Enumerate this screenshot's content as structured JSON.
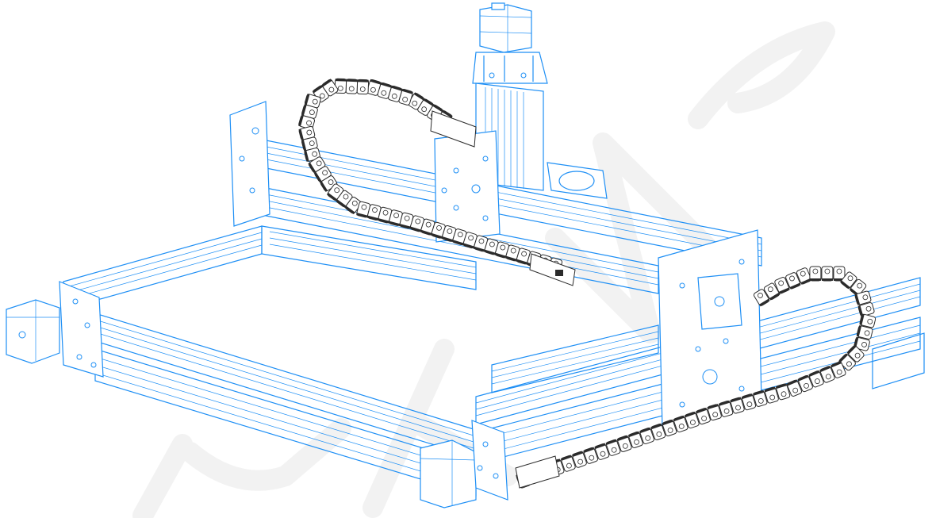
{
  "figure": {
    "description_hidden": "",
    "colors": {
      "frame": "#1e8ff5",
      "chain": "#2b2b2b",
      "background": "#ffffff",
      "watermark": "#f2f2f2"
    },
    "watermark_text": "",
    "parts": [
      "z-axis-stepper-motor",
      "x-axis-cable-chain",
      "y-axis-cable-chain",
      "gantry-plate-left",
      "gantry-plate-right",
      "y-axis-stepper-front-left",
      "y-axis-stepper-front-right",
      "aluminum-extrusion-rails",
      "spindle-mount"
    ]
  }
}
